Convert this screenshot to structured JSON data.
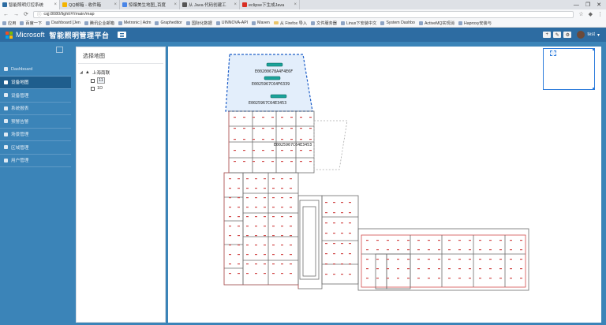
{
  "browser": {
    "tabs": [
      {
        "title": "智能照明灯控系统",
        "active": true,
        "color": "#2d6ca2"
      },
      {
        "title": "QQ邮箱 - 收件箱",
        "active": false,
        "color": "#f4b400"
      },
      {
        "title": "惊爆美生地图_百度",
        "active": false,
        "color": "#4a86e8"
      },
      {
        "title": "从 Java 代码创建工",
        "active": false,
        "color": "#555555"
      },
      {
        "title": "eclipse下生成Java",
        "active": false,
        "color": "#d93025"
      }
    ],
    "window_controls": [
      "—",
      "❐",
      "✕"
    ],
    "url": "cqj:8080/light/#!/main/map",
    "bookmarks": [
      {
        "label": "应用",
        "type": "apps"
      },
      {
        "label": "百度一下",
        "type": "site"
      },
      {
        "label": "Dashboard [Jen",
        "type": "site"
      },
      {
        "label": "腾讯企业邮箱",
        "type": "site"
      },
      {
        "label": "Metronic | Adm",
        "type": "site"
      },
      {
        "label": "Grapheditor",
        "type": "site"
      },
      {
        "label": "国际化数据",
        "type": "site"
      },
      {
        "label": "UINNOVA-API",
        "type": "site"
      },
      {
        "label": "Maven",
        "type": "site"
      },
      {
        "label": "从 Firefox 导入",
        "type": "folder"
      },
      {
        "label": "文件服务器",
        "type": "site"
      },
      {
        "label": "Linux下安装中文",
        "type": "site"
      },
      {
        "label": "System Dashbo",
        "type": "site"
      },
      {
        "label": "ActiveMQ实现消",
        "type": "site"
      },
      {
        "label": "Haproxy安装与",
        "type": "site"
      }
    ]
  },
  "header": {
    "brand": "Microsoft",
    "title": "智能照明管理平台",
    "user": "test",
    "buttons": [
      "plus-icon",
      "edit-icon",
      "gear-icon"
    ],
    "ms_colors": [
      "#f25022",
      "#7fba00",
      "#00a4ef",
      "#ffb900"
    ]
  },
  "sidebar": {
    "items": [
      {
        "label": "Dashboard",
        "active": false
      },
      {
        "label": "设备地图",
        "active": true
      },
      {
        "label": "设备管理",
        "active": false
      },
      {
        "label": "系统报表",
        "active": false
      },
      {
        "label": "预警告警",
        "active": false
      },
      {
        "label": "场景管理",
        "active": false
      },
      {
        "label": "区域管理",
        "active": false
      },
      {
        "label": "用户管理",
        "active": false
      }
    ]
  },
  "left_panel": {
    "title": "选择地图",
    "root": "上海南联",
    "children": [
      "11",
      "1D"
    ]
  },
  "map": {
    "devices": [
      "E00200678A4F4E6F",
      "E0025967C64F6339",
      "E0025967C64E3453"
    ],
    "floor_device": "E0025967C64E3453"
  }
}
